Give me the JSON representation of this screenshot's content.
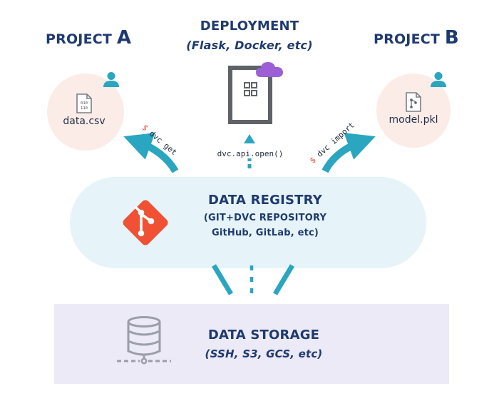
{
  "project_a": {
    "label_prefix": "PROJECT ",
    "label_letter": "A",
    "file": "data.csv",
    "icon_text": "010\n110"
  },
  "project_b": {
    "label_prefix": "PROJECT ",
    "label_letter": "B",
    "file": "model.pkl"
  },
  "deployment": {
    "title": "DEPLOYMENT",
    "subtitle": "(Flask, Docker, etc)"
  },
  "commands": {
    "get": {
      "prompt": "$",
      "text": " dvc get"
    },
    "import": {
      "prompt": "$",
      "text": " dvc import"
    },
    "api_open": "dvc.api.open()"
  },
  "registry": {
    "title": "DATA REGISTRY",
    "line1": "(GIT+DVC REPOSITORY",
    "line2": "GitHub, GitLab, etc)"
  },
  "storage": {
    "title": "DATA STORAGE",
    "subtitle": "(SSH, S3, GCS, etc)"
  },
  "colors": {
    "navy": "#1f3a70",
    "teal": "#2aa6c0",
    "git_orange": "#f05033",
    "cloud_purple": "#9c5fd6",
    "gray_icon": "#5f6368",
    "dollar_red": "#e34a3e",
    "project_bg": "#fbece7",
    "registry_bg": "#e6f4fa",
    "storage_bg": "#eceaf7"
  }
}
